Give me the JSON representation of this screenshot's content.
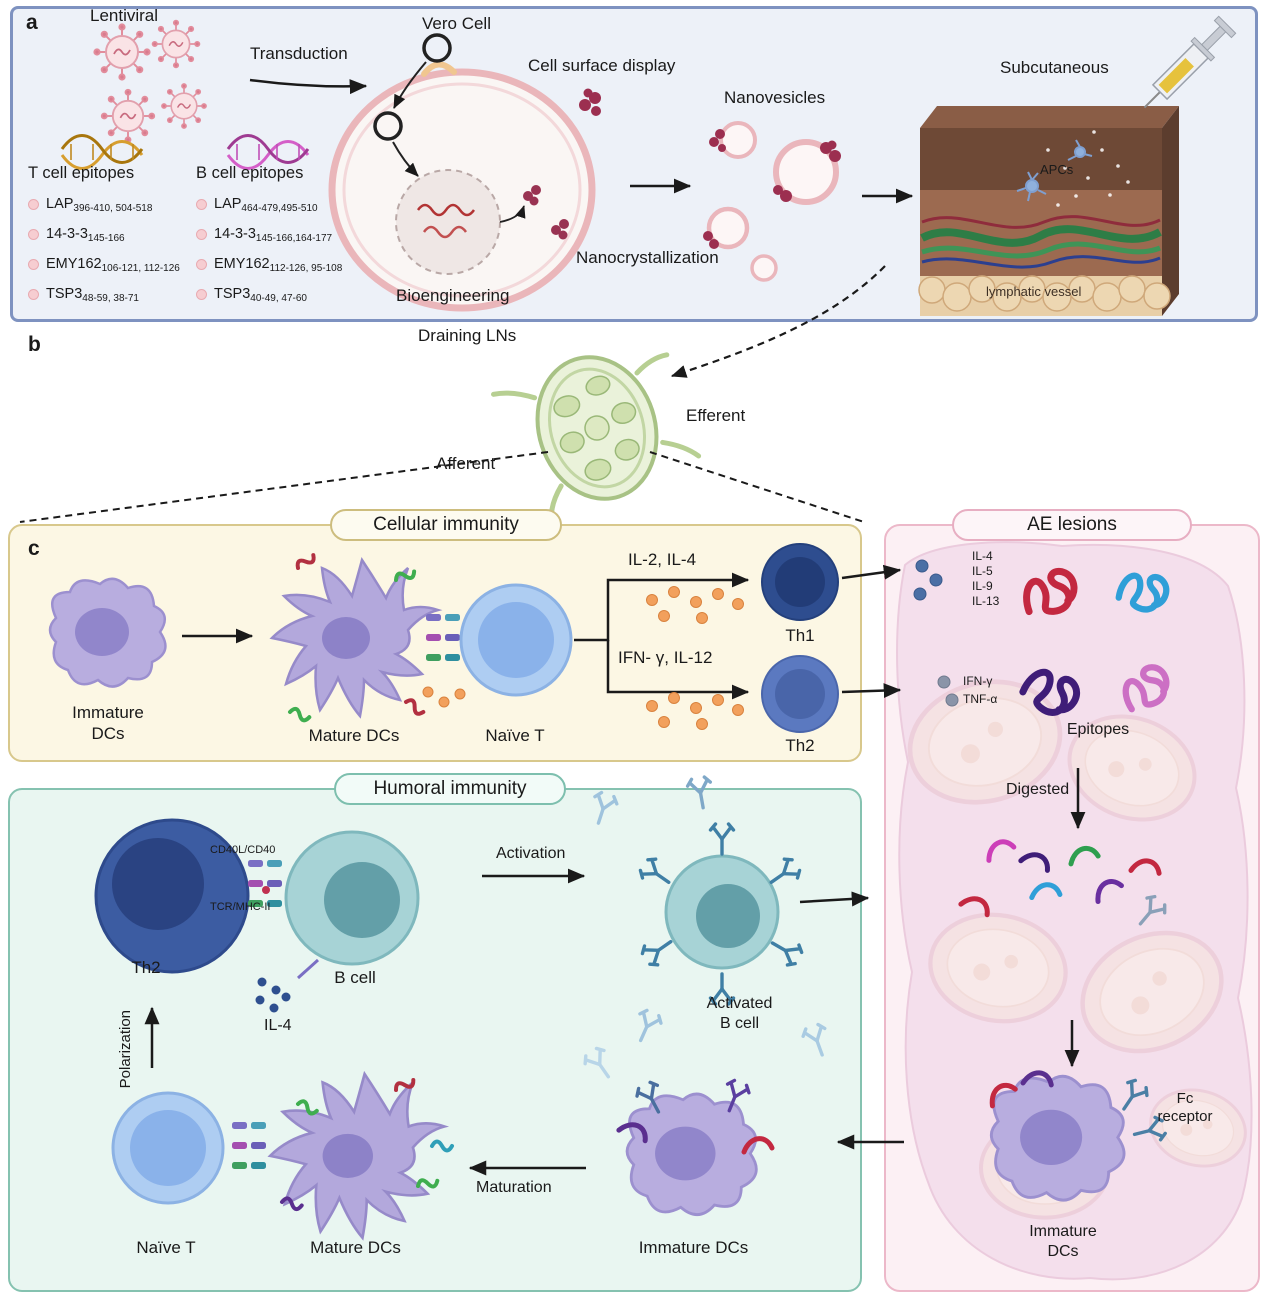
{
  "panel_a": {
    "label": "a",
    "lentiviral_label": "Lentiviral",
    "transduction_label": "Transduction",
    "vero_cell_label": "Vero Cell",
    "cell_surface_display_label": "Cell surface display",
    "bioengineering_label": "Bioengineering",
    "nanovesicles_label": "Nanovesicles",
    "nanocrystallization_label": "Nanocrystallization",
    "subcutaneous_label": "Subcutaneous",
    "apcs_label": "APCs",
    "lymphatic_vessel_label": "lymphatic vessel",
    "t_epitopes": {
      "title": "T cell epitopes",
      "items": [
        {
          "name": "LAP",
          "sub": "396-410, 504-518"
        },
        {
          "name": "14-3-3",
          "sub": "145-166"
        },
        {
          "name": "EMY162",
          "sub": "106-121, 112-126"
        },
        {
          "name": "TSP3",
          "sub": "48-59, 38-71"
        }
      ]
    },
    "b_epitopes": {
      "title": "B cell epitopes",
      "items": [
        {
          "name": "LAP",
          "sub": "464-479,495-510"
        },
        {
          "name": "14-3-3",
          "sub": "145-166,164-177"
        },
        {
          "name": "EMY162",
          "sub": "112-126, 95-108"
        },
        {
          "name": "TSP3",
          "sub": "40-49, 47-60"
        }
      ]
    }
  },
  "panel_b": {
    "label": "b",
    "draining_lns_label": "Draining LNs",
    "efferent_label": "Efferent",
    "afferent_label": "Afferent"
  },
  "panel_c": {
    "label": "c",
    "cellular": {
      "title": "Cellular immunity",
      "immature_dcs_label": "Immature\nDCs",
      "mature_dcs_label": "Mature DCs",
      "naive_t_label": "Naïve T",
      "th1_cytokines": "IL-2, IL-4",
      "th2_cytokines": "IFN- γ, IL-12",
      "th1_label": "Th1",
      "th2_label": "Th2"
    },
    "humoral": {
      "title": "Humoral immunity",
      "th2_label": "Th2",
      "cd40_label": "CD40L/CD40",
      "tcr_label": "TCR/MHC-II",
      "b_cell_label": "B cell",
      "il4_label": "IL-4",
      "polarization_label": "Polarization",
      "activation_label": "Activation",
      "activated_b_cell_label": "Activated\nB cell",
      "naive_t_label": "Naïve T",
      "mature_dcs_label": "Mature DCs",
      "maturation_label": "Maturation",
      "immature_dcs_label": "Immature DCs"
    },
    "ae": {
      "title": "AE lesions",
      "th_cytokines": [
        "IL-4",
        "IL-5",
        "IL-9",
        "IL-13"
      ],
      "inflammatory_cytokines": [
        "IFN-γ",
        "TNF-α"
      ],
      "epitopes_label": "Epitopes",
      "digested_label": "Digested",
      "fc_receptor_label": "Fc\nreceptor",
      "immature_dcs_label": "Immature\nDCs"
    }
  },
  "colors": {
    "panel_a_border": "#7e92c0",
    "cellular_border": "#d8c88c",
    "humoral_border": "#85c2b0",
    "ae_border": "#ecb8c9",
    "dc_purple": "#b3a8dc",
    "t_cell_blue": "#aecdf2",
    "th1_navy": "#2e4d8f",
    "b_cell_teal": "#a7d3d6",
    "cytokine_orange": "#f2a05c"
  }
}
